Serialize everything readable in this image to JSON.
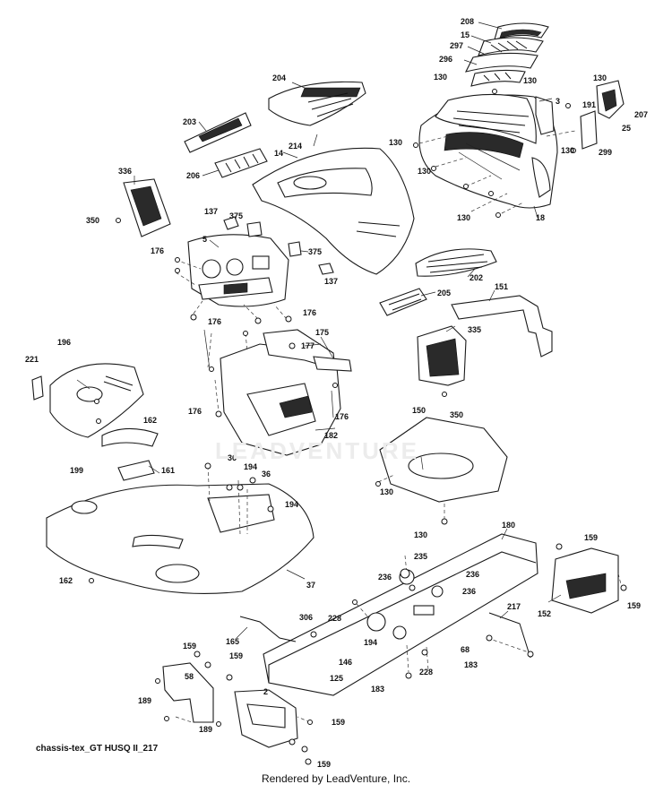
{
  "diagram": {
    "reference": "chassis-tex_GT HUSQ II_217",
    "credit": "Rendered by LeadVenture, Inc.",
    "watermark": "LEADVENTURE",
    "callouts": [
      "208",
      "15",
      "297",
      "296",
      "130",
      "130",
      "3",
      "130",
      "191",
      "207",
      "25",
      "130",
      "299",
      "204",
      "203",
      "214",
      "14",
      "206",
      "130",
      "130",
      "130",
      "18",
      "336",
      "350",
      "137",
      "375",
      "5",
      "176",
      "375",
      "202",
      "137",
      "151",
      "205",
      "176",
      "176",
      "175",
      "177",
      "335",
      "196",
      "221",
      "162",
      "176",
      "176",
      "182",
      "350",
      "150",
      "199",
      "161",
      "36",
      "194",
      "36",
      "130",
      "194",
      "130",
      "180",
      "159",
      "235",
      "236",
      "236",
      "236",
      "152",
      "159",
      "162",
      "37",
      "228",
      "306",
      "217",
      "165",
      "194",
      "68",
      "146",
      "159",
      "58",
      "159",
      "125",
      "228",
      "183",
      "183",
      "189",
      "2",
      "159",
      "189",
      "159"
    ]
  }
}
